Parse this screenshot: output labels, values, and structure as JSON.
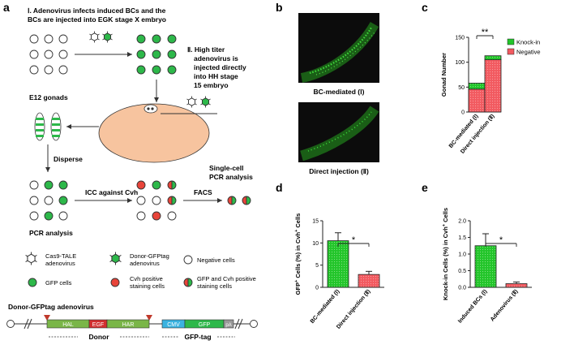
{
  "panel_labels": {
    "a": "a",
    "b": "b",
    "c": "c",
    "d": "d",
    "e": "e"
  },
  "panel_a": {
    "step1_line1": "Ⅰ. Adenovirus infects induced BCs and the",
    "step1_line2": "BCs are injected into EGK stage X embryo",
    "step2_line1": "Ⅱ. High titer",
    "step2_line2": "adenovirus is",
    "step2_line3": "injected directly",
    "step2_line4": "into  HH stage",
    "step2_line5": "15 embryo",
    "e12": "E12 gonads",
    "disperse": "Disperse",
    "icc": "ICC against Cvh",
    "single_cell_line1": "Single-cell",
    "single_cell_line2": "PCR analysis",
    "facs": "FACS",
    "pcr": "PCR analysis",
    "legend": {
      "cas9_line1": "Cas9-TALE",
      "cas9_line2": "adenovirus",
      "donor_line1": "Donor-GFPtag",
      "donor_line2": "adenovirus",
      "negative": "Negative cells",
      "gfp": "GFP cells",
      "cvh_line1": "Cvh positive",
      "cvh_line2": "staining cells",
      "both_line1": "GFP and Cvh positive",
      "both_line2": "staining cells"
    },
    "construct_title": "Donor-GFPtag adenovirus",
    "construct_boxes": {
      "hal": "HAL",
      "egf": "EGF",
      "har": "HAR",
      "cmv": "CMV",
      "gfp": "GFP",
      "pa": "pA"
    },
    "donor_label": "Donor",
    "gfptag_label": "GFP-tag"
  },
  "panel_b": {
    "caption1": "BC-mediated (Ⅰ)",
    "caption2": "Direct injection (Ⅱ)"
  },
  "colors": {
    "green": "#2db84a",
    "red": "#e8443a",
    "embryo": "#f7c49f",
    "knock_in": "#22c52a",
    "negative": "#f25a60",
    "cmv": "#3bb3e0"
  },
  "chart_data": [
    {
      "type": "bar",
      "panel": "c",
      "stacked": true,
      "categories": [
        "BC-mediated (Ⅰ)",
        "Direct injection (Ⅱ)"
      ],
      "series": [
        {
          "name": "Negative",
          "values": [
            46,
            105
          ]
        },
        {
          "name": "Knock-in",
          "values": [
            12,
            8
          ]
        }
      ],
      "ylabel": "Gonad Number",
      "ylim": [
        0,
        150
      ],
      "yticks": [
        "0",
        "50",
        "100",
        "150"
      ],
      "significance": "**",
      "legend_position": "right"
    },
    {
      "type": "bar",
      "panel": "d",
      "categories": [
        "BC-mediated (Ⅰ)",
        "Direct injection (Ⅱ)"
      ],
      "values": [
        10.5,
        2.9
      ],
      "errors": [
        1.8,
        0.7
      ],
      "ylabel_main": "GFP",
      "ylabel_sup": "+",
      "ylabel_mid": " Cells (%) in Cvh",
      "ylabel_sup2": "+",
      "ylabel_end": " Cells",
      "ylim": [
        0,
        15
      ],
      "yticks": [
        "0",
        "5",
        "10",
        "15"
      ],
      "significance": "*"
    },
    {
      "type": "bar",
      "panel": "e",
      "categories": [
        "Induced BCs (Ⅰ)",
        "Adenovirus (Ⅱ)"
      ],
      "values": [
        1.25,
        0.11
      ],
      "errors": [
        0.36,
        0.05
      ],
      "ylabel_main": "Knock-in Cells (%) in Cvh",
      "ylabel_sup": "+",
      "ylabel_end": " Cells",
      "ylim": [
        0,
        2.0
      ],
      "yticks": [
        "0.0",
        "0.5",
        "1.0",
        "1.5",
        "2.0"
      ],
      "significance": "*"
    }
  ]
}
